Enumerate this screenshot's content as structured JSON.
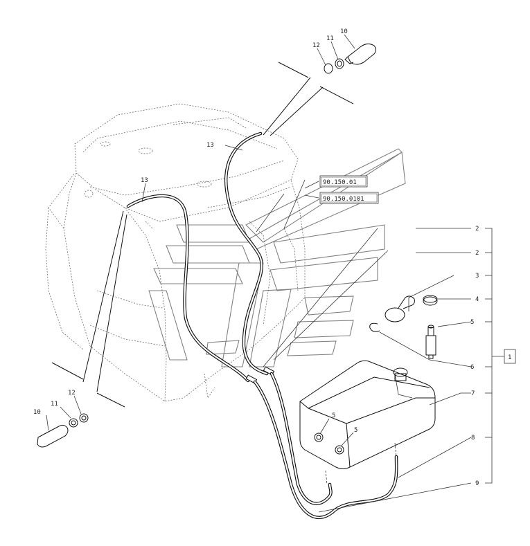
{
  "references": [
    "90.150.01",
    "90.150.0101"
  ],
  "callouts": {
    "c1": "1",
    "c2a": "2",
    "c2b": "2",
    "c3": "3",
    "c4": "4",
    "c5r": "5",
    "c6": "6",
    "c7": "7",
    "c8": "8",
    "c9": "9",
    "c10t": "10",
    "c11t": "11",
    "c12t": "12",
    "c13a": "13",
    "c13b": "13",
    "c10b": "10",
    "c11b": "11",
    "c12b": "12",
    "c5a": "5",
    "c5b": "5"
  }
}
